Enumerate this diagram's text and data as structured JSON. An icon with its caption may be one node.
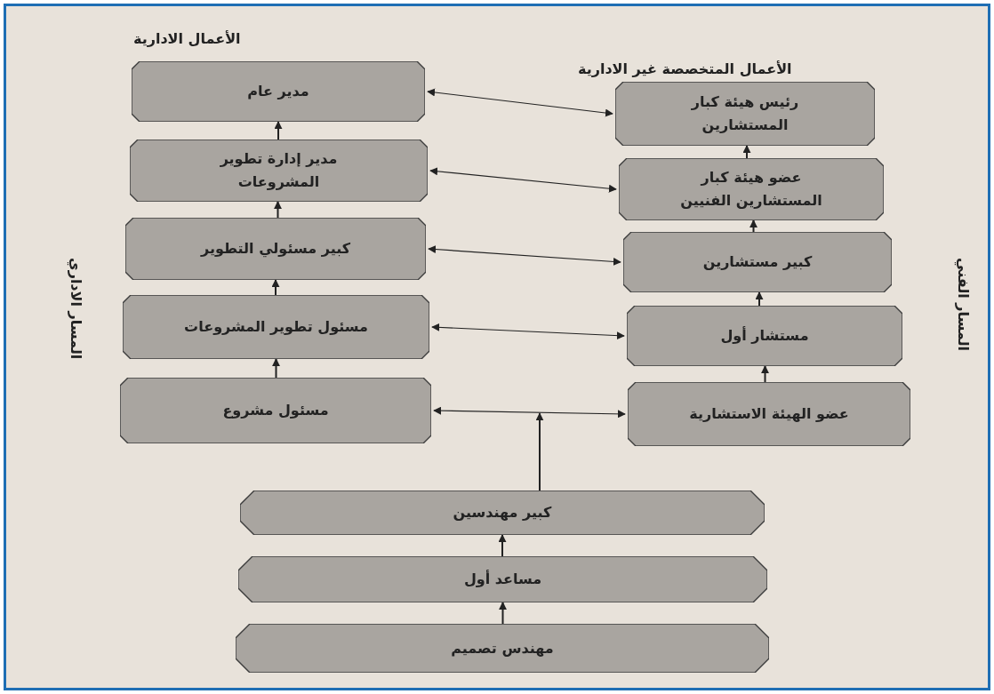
{
  "diagram": {
    "nodes": [
      {
        "text": [
          "مدير عام"
        ]
      },
      {
        "text": [
          "مدير إدارة تطوير المشروعات"
        ]
      },
      {
        "text": [
          "كبير مسئولي التطوير"
        ]
      },
      {
        "text": [
          "مسئول تطوير المشروعات"
        ]
      },
      {
        "text": [
          "مسئول مشروع"
        ]
      },
      {
        "text": [
          "رئيس هيئة كبار المستشارين"
        ]
      },
      {
        "text": [
          "عضو هيئة كبار المستشارين الفنيين"
        ]
      },
      {
        "text": [
          "كبير مستشارين"
        ]
      },
      {
        "text": [
          "مستشار أول"
        ]
      },
      {
        "text": [
          "عضو الهيئة الاستشارية"
        ]
      },
      {
        "text": [
          "كبير مهندسين"
        ]
      },
      {
        "text": [
          "مساعد أول"
        ]
      },
      {
        "text": [
          "مهندس تصميم"
        ]
      }
    ],
    "edges": [
      {
        "from": 0,
        "to": 5,
        "arrow": "both"
      },
      {
        "from": 1,
        "to": 6,
        "arrow": "both"
      },
      {
        "from": 2,
        "to": 7,
        "arrow": "both"
      },
      {
        "from": 3,
        "to": 8,
        "arrow": "both"
      },
      {
        "from": 4,
        "to": 9,
        "arrow": "both"
      },
      {
        "from": 1,
        "to": 0,
        "arrow": "to"
      },
      {
        "from": 2,
        "to": 1,
        "arrow": "to"
      },
      {
        "from": 3,
        "to": 2,
        "arrow": "to"
      },
      {
        "from": 4,
        "to": 3,
        "arrow": "to"
      },
      {
        "from": 6,
        "to": 5,
        "arrow": "to"
      },
      {
        "from": 7,
        "to": 6,
        "arrow": "to"
      },
      {
        "from": 8,
        "to": 7,
        "arrow": "to"
      },
      {
        "from": 9,
        "to": 8,
        "arrow": "to"
      },
      {
        "from": 11,
        "to": 10,
        "arrow": "to"
      },
      {
        "from": 12,
        "to": 11,
        "arrow": "to"
      },
      {
        "from": 10,
        "to": null,
        "arrow": "to"
      }
    ],
    "labels": [
      "الأعمال المتخصصة غير الادارية",
      "الأعمال الادارية",
      "المسار الفني",
      "المسار الاداري"
    ]
  }
}
